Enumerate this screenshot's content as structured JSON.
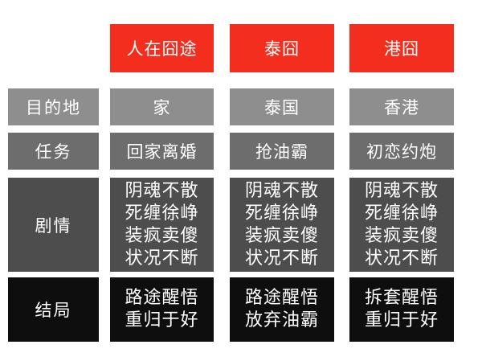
{
  "colors": {
    "header_red": "#f42e1e",
    "row_destination": "#8e8e8e",
    "row_task": "#6d6d6d",
    "row_plot": "#4d4d4d",
    "row_ending": "#0e0e0e"
  },
  "header": {
    "col1": "人在囧途",
    "col2": "泰囧",
    "col3": "港囧"
  },
  "rows": {
    "destination": {
      "label": "目的地",
      "col1": "家",
      "col2": "泰国",
      "col3": "香港"
    },
    "task": {
      "label": "任务",
      "col1": "回家离婚",
      "col2": "抢油霸",
      "col3": "初恋约炮"
    },
    "plot": {
      "label": "剧情",
      "col1": [
        "阴魂不散",
        "死缠徐峥",
        "装疯卖傻",
        "状况不断"
      ],
      "col2": [
        "阴魂不散",
        "死缠徐峥",
        "装疯卖傻",
        "状况不断"
      ],
      "col3": [
        "阴魂不散",
        "死缠徐峥",
        "装疯卖傻",
        "状况不断"
      ]
    },
    "ending": {
      "label": "结局",
      "col1": [
        "路途醒悟",
        "重归于好"
      ],
      "col2": [
        "路途醒悟",
        "放弃油霸"
      ],
      "col3": [
        "拆套醒悟",
        "重归于好"
      ]
    }
  }
}
